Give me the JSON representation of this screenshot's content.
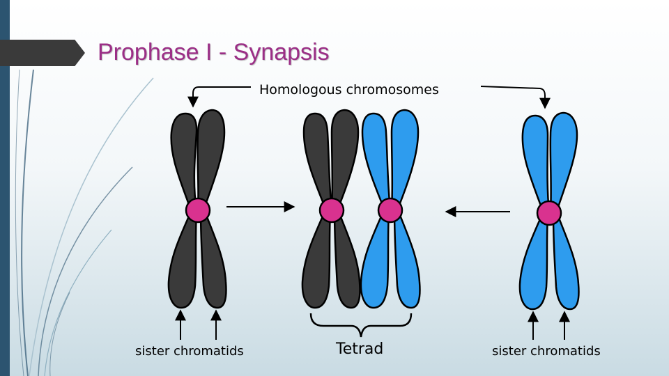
{
  "slide": {
    "title": "Prophase I - Synapsis",
    "labels": {
      "homologous": "Homologous chromosomes",
      "sister_left": "sister chromatids",
      "tetrad": "Tetrad",
      "sister_right": "sister chromatids"
    }
  },
  "colors": {
    "title": "#9b2e86",
    "chromosome_dark": "#3a3a3a",
    "chromosome_blue": "#2e9cee",
    "centromere": "#d9328f",
    "side_bar": "#2c5470"
  }
}
